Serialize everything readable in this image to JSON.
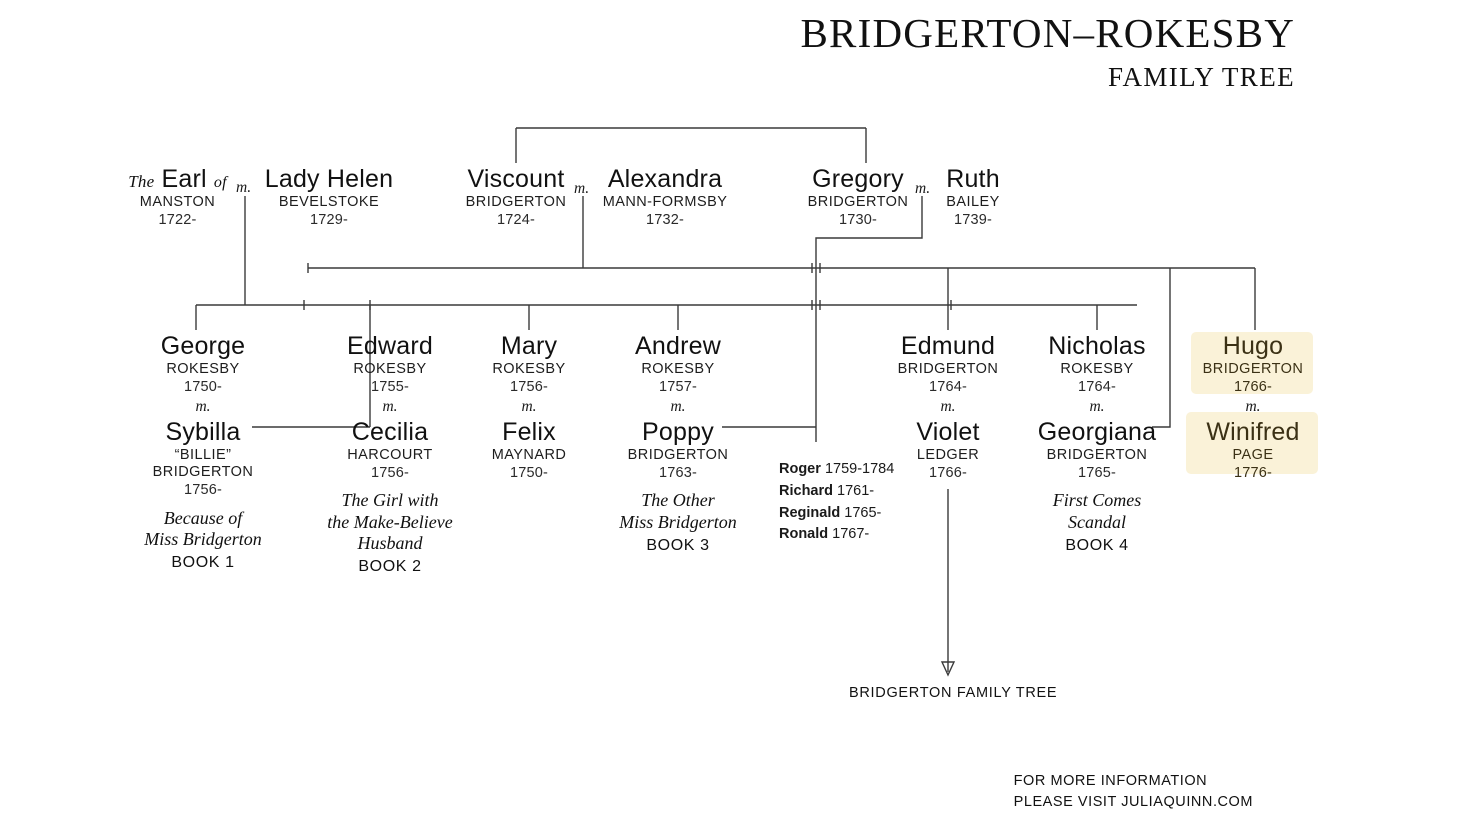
{
  "title": {
    "main": "BRIDGERTON–ROKESBY",
    "sub": "FAMILY TREE"
  },
  "marriage_symbol": "m.",
  "generation1": [
    {
      "id": "earl-manston",
      "prefix": "The",
      "given": "Earl",
      "suffix": "of",
      "surname": "MANSTON",
      "years": "1722-"
    },
    {
      "id": "lady-helen",
      "given": "Lady Helen",
      "surname": "BEVELSTOKE",
      "years": "1729-"
    },
    {
      "id": "viscount-bridgerton",
      "given": "Viscount",
      "surname": "BRIDGERTON",
      "years": "1724-"
    },
    {
      "id": "alexandra",
      "given": "Alexandra",
      "surname": "MANN-FORMSBY",
      "years": "1732-"
    },
    {
      "id": "gregory",
      "given": "Gregory",
      "surname": "BRIDGERTON",
      "years": "1730-"
    },
    {
      "id": "ruth",
      "given": "Ruth",
      "surname": "BAILEY",
      "years": "1739-"
    }
  ],
  "couples": [
    {
      "id": "george-sybilla",
      "spouse1": {
        "given": "George",
        "surname": "ROKESBY",
        "years": "1750-"
      },
      "spouse2": {
        "given": "Sybilla",
        "nickname": "“BILLIE”",
        "surname": "BRIDGERTON",
        "years": "1756-"
      },
      "book_title": "Because of\nMiss Bridgerton",
      "book_number": "BOOK 1",
      "highlight": false
    },
    {
      "id": "edward-cecilia",
      "spouse1": {
        "given": "Edward",
        "surname": "ROKESBY",
        "years": "1755-"
      },
      "spouse2": {
        "given": "Cecilia",
        "surname": "HARCOURT",
        "years": "1756-"
      },
      "book_title": "The Girl with\nthe Make-Believe\nHusband",
      "book_number": "BOOK 2",
      "highlight": false
    },
    {
      "id": "mary-felix",
      "spouse1": {
        "given": "Mary",
        "surname": "ROKESBY",
        "years": "1756-"
      },
      "spouse2": {
        "given": "Felix",
        "surname": "MAYNARD",
        "years": "1750-"
      },
      "book_title": "",
      "book_number": "",
      "highlight": false
    },
    {
      "id": "andrew-poppy",
      "spouse1": {
        "given": "Andrew",
        "surname": "ROKESBY",
        "years": "1757-"
      },
      "spouse2": {
        "given": "Poppy",
        "surname": "BRIDGERTON",
        "years": "1763-"
      },
      "book_title": "The Other\nMiss Bridgerton",
      "book_number": "BOOK 3",
      "highlight": false
    },
    {
      "id": "edmund-violet",
      "spouse1": {
        "given": "Edmund",
        "surname": "BRIDGERTON",
        "years": "1764-"
      },
      "spouse2": {
        "given": "Violet",
        "surname": "LEDGER",
        "years": "1766-"
      },
      "book_title": "",
      "book_number": "",
      "highlight": false
    },
    {
      "id": "nicholas-georgiana",
      "spouse1": {
        "given": "Nicholas",
        "surname": "ROKESBY",
        "years": "1764-"
      },
      "spouse2": {
        "given": "Georgiana",
        "surname": "BRIDGERTON",
        "years": "1765-"
      },
      "book_title": "First Comes\nScandal",
      "book_number": "BOOK 4",
      "highlight": false
    },
    {
      "id": "hugo-winifred",
      "spouse1": {
        "given": "Hugo",
        "surname": "BRIDGERTON",
        "years": "1766-"
      },
      "spouse2": {
        "given": "Winifred",
        "surname": "PAGE",
        "years": "1776-"
      },
      "book_title": "",
      "book_number": "",
      "highlight": true
    }
  ],
  "children_list": [
    {
      "name": "Roger",
      "years": "1759-1784"
    },
    {
      "name": "Richard",
      "years": "1761-"
    },
    {
      "name": "Reginald",
      "years": "1765-"
    },
    {
      "name": "Ronald",
      "years": "1767-"
    }
  ],
  "pointer_label": "BRIDGERTON FAMILY TREE",
  "footer": {
    "line1": "FOR MORE INFORMATION",
    "line2": "PLEASE VISIT JULIAQUINN.COM"
  },
  "colors": {
    "highlight_bg": "#faf2d8",
    "line": "#3a3a3a",
    "text": "#1a1a1a"
  }
}
